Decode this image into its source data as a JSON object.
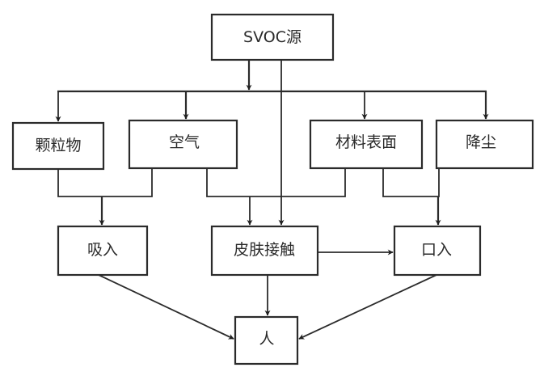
{
  "diagram": {
    "type": "flowchart",
    "title": "SVOC exposure pathways",
    "nodes": {
      "source": {
        "label": "SVOC源"
      },
      "particles": {
        "label": "颗粒物"
      },
      "air": {
        "label": "空气"
      },
      "surface": {
        "label": "材料表面"
      },
      "dust": {
        "label": "降尘"
      },
      "inhalation": {
        "label": "吸入"
      },
      "dermal": {
        "label": "皮肤接触"
      },
      "oral": {
        "label": "口入"
      },
      "human": {
        "label": "人"
      }
    },
    "edges": [
      {
        "from": "source",
        "to": [
          "particles",
          "air",
          "surface",
          "dust"
        ],
        "kind": "bus"
      },
      {
        "from": "source",
        "to": "dermal",
        "kind": "direct"
      },
      {
        "from": [
          "particles",
          "air"
        ],
        "to": "inhalation",
        "kind": "merge"
      },
      {
        "from": [
          "air",
          "surface"
        ],
        "to": "dermal",
        "kind": "merge"
      },
      {
        "from": [
          "surface",
          "dust"
        ],
        "to": "oral",
        "kind": "merge"
      },
      {
        "from": "dermal",
        "to": "oral",
        "kind": "direct"
      },
      {
        "from": "inhalation",
        "to": "human",
        "kind": "direct"
      },
      {
        "from": "dermal",
        "to": "human",
        "kind": "direct"
      },
      {
        "from": "oral",
        "to": "human",
        "kind": "direct"
      }
    ]
  }
}
